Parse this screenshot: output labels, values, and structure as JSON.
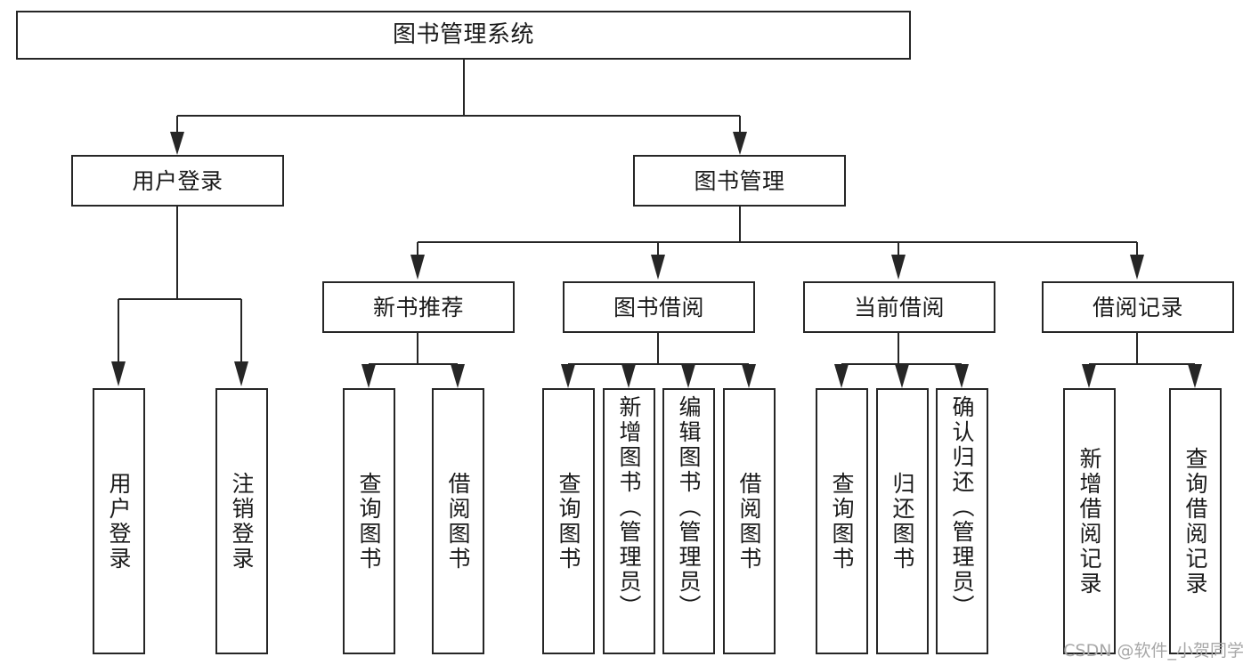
{
  "diagram": {
    "title": "图书管理系统",
    "type": "hierarchy-tree",
    "orientation": "top-down",
    "stroke_color": "#262626",
    "fill_color": "#ffffff",
    "text_color": "#1a1a1a"
  },
  "nodes": {
    "root": {
      "label": "图书管理系统",
      "level": 1
    },
    "level2": [
      {
        "id": "user-login",
        "label": "用户登录"
      },
      {
        "id": "book-manage",
        "label": "图书管理"
      }
    ],
    "level3": [
      {
        "id": "new-book-rec",
        "label": "新书推荐",
        "parent": "book-manage"
      },
      {
        "id": "book-borrow",
        "label": "图书借阅",
        "parent": "book-manage"
      },
      {
        "id": "current-borrow",
        "label": "当前借阅",
        "parent": "book-manage"
      },
      {
        "id": "borrow-record",
        "label": "借阅记录",
        "parent": "book-manage"
      }
    ],
    "leaves": [
      {
        "id": "leaf-user-login",
        "label": "用户登录",
        "parent": "user-login"
      },
      {
        "id": "leaf-logout",
        "label": "注销登录",
        "parent": "user-login"
      },
      {
        "id": "leaf-query-book-1",
        "label": "查询图书",
        "parent": "new-book-rec"
      },
      {
        "id": "leaf-borrow-book-1",
        "label": "借阅图书",
        "parent": "new-book-rec"
      },
      {
        "id": "leaf-query-book-2",
        "label": "查询图书",
        "parent": "book-borrow"
      },
      {
        "id": "leaf-add-book",
        "label": "新增图书（管理员）",
        "parent": "book-borrow"
      },
      {
        "id": "leaf-edit-book",
        "label": "编辑图书（管理员）",
        "parent": "book-borrow"
      },
      {
        "id": "leaf-borrow-book-2",
        "label": "借阅图书",
        "parent": "book-borrow"
      },
      {
        "id": "leaf-query-book-3",
        "label": "查询图书",
        "parent": "current-borrow"
      },
      {
        "id": "leaf-return-book",
        "label": "归还图书",
        "parent": "current-borrow"
      },
      {
        "id": "leaf-confirm-return",
        "label": "确认归还（管理员）",
        "parent": "current-borrow"
      },
      {
        "id": "leaf-add-record",
        "label": "新增借阅记录",
        "parent": "borrow-record"
      },
      {
        "id": "leaf-query-record",
        "label": "查询借阅记录",
        "parent": "borrow-record"
      }
    ]
  },
  "watermark": {
    "text": "CSDN @软件_小贺同学"
  }
}
